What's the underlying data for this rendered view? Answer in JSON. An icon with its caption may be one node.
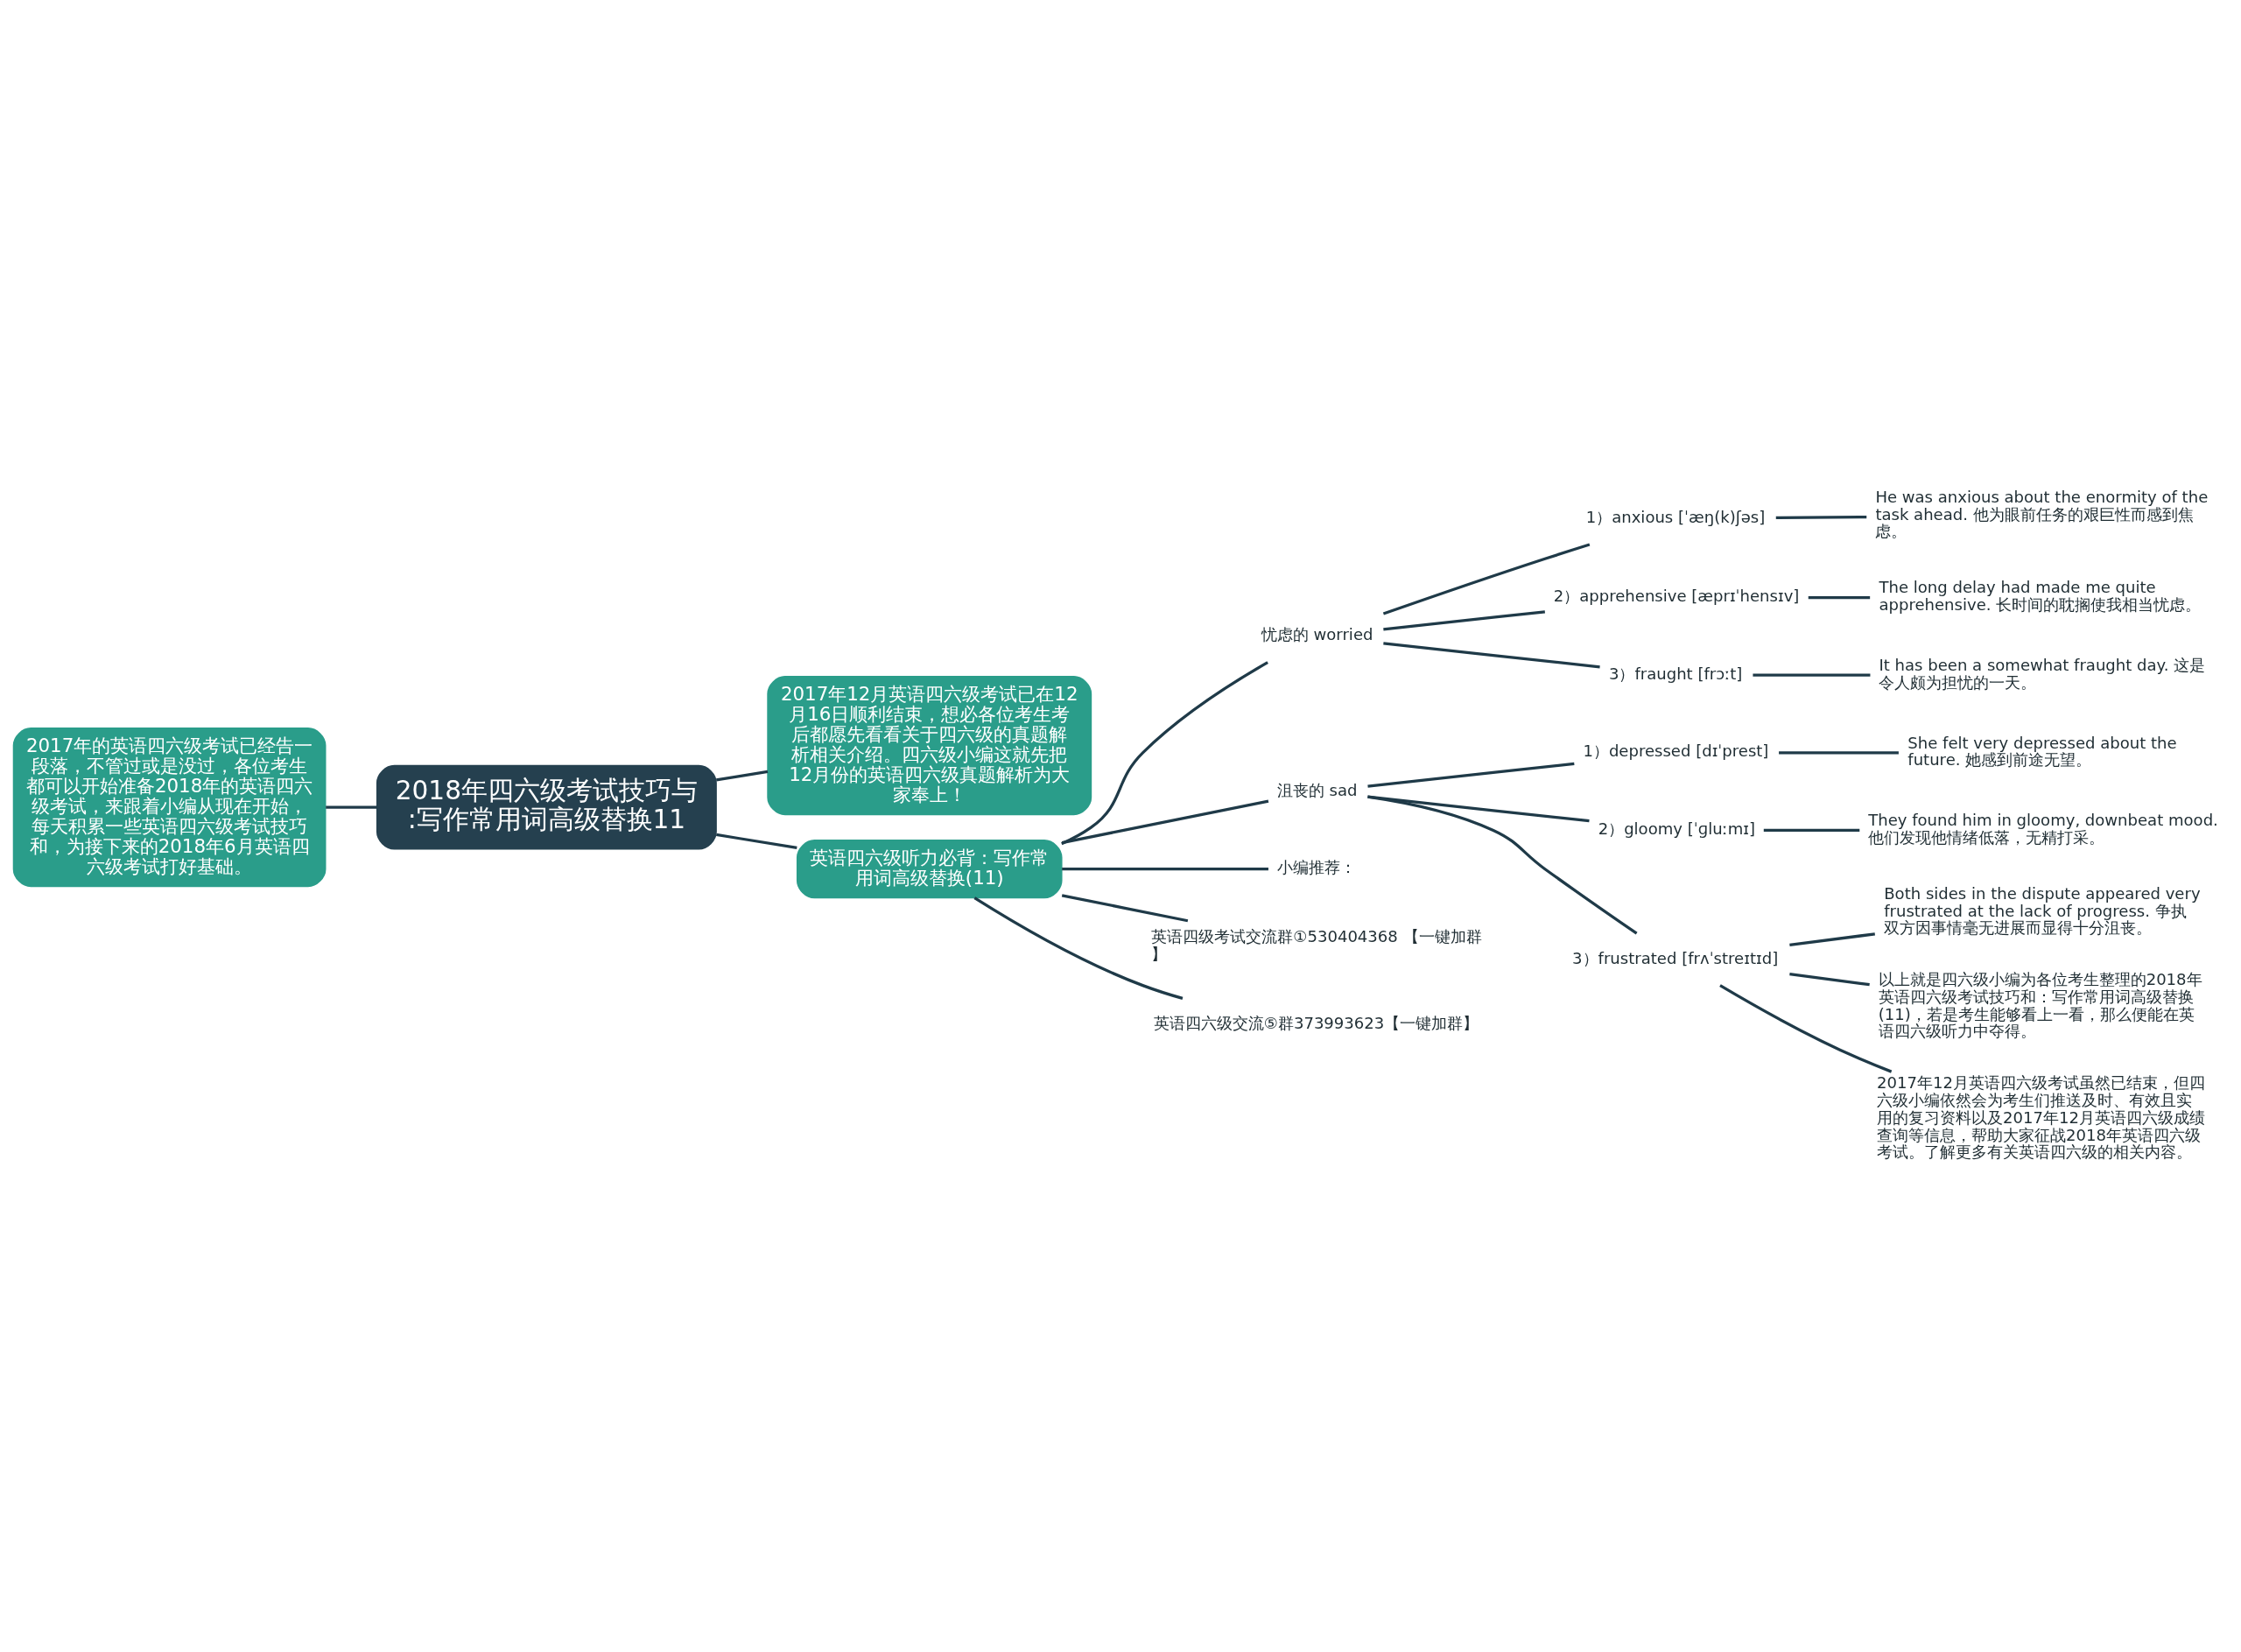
{
  "diagram": {
    "nodes": [
      {
        "text": [
          "2018年四六级考试技巧与:写作常用词高级替换11"
        ]
      },
      {
        "text": [
          "2017年的英语四六级考试已经告一段落，不管过或是没过，各位考生都可以开始准备2018年的英语四六级考试，来跟着小编从现在开始，每天积累一些英语四六级考试技巧和，为接下来的2018年6月英语四六级考试打好基础。"
        ]
      },
      {
        "text": [
          "2017年12月英语四六级考试已在12月16日顺利结束，想必各位考生考后都愿先看看关于四六级的真题解析相关介绍。四六级小编这就先把12月份的英语四六级真题解析为大家奉上！"
        ]
      },
      {
        "text": [
          "英语四六级听力必背：写作常用词高级替换(11)"
        ]
      },
      {
        "text": [
          "忧虑的 worried"
        ]
      },
      {
        "text": [
          "1）anxious [ˈæŋ(k)ʃəs]"
        ]
      },
      {
        "text": [
          "He was anxious about the enormity of the task ahead. 他为眼前任务的艰巨性而感到焦虑。"
        ]
      },
      {
        "text": [
          "2）apprehensive [æprɪˈhensɪv]"
        ]
      },
      {
        "text": [
          "The long delay had made me quite apprehensive. 长时间的耽搁使我相当忧虑。"
        ]
      },
      {
        "text": [
          "3）fraught [frɔːt]"
        ]
      },
      {
        "text": [
          "It has been a somewhat fraught day. 这是令人颇为担忧的一天。"
        ]
      },
      {
        "text": [
          "沮丧的 sad"
        ]
      },
      {
        "text": [
          "1）depressed [dɪˈprest]"
        ]
      },
      {
        "text": [
          "She felt very depressed about the future. 她感到前途无望。"
        ]
      },
      {
        "text": [
          "2）gloomy [ˈɡluːmɪ]"
        ]
      },
      {
        "text": [
          "They found him in gloomy, downbeat mood. 他们发现他情绪低落，无精打采。"
        ]
      },
      {
        "text": [
          "3）frustrated [frʌˈstreɪtɪd]"
        ]
      },
      {
        "text": [
          "Both sides in the dispute appeared very frustrated at the lack of progress. 争执双方因事情毫无进展而显得十分沮丧。"
        ]
      },
      {
        "text": [
          "以上就是四六级小编为各位考生整理的2018年英语四六级考试技巧和：写作常用词高级替换(11)，若是考生能够看上一看，那么便能在英语四六级听力中夺得。"
        ]
      },
      {
        "text": [
          "2017年12月英语四六级考试虽然已结束，但四六级小编依然会为考生们推送及时、有效且实用的复习资料以及2017年12月英语四六级成绩查询等信息，帮助大家征战2018年英语四六级考试。了解更多有关英语四六级的相关内容。"
        ]
      },
      {
        "text": [
          "小编推荐："
        ]
      },
      {
        "text": [
          "英语四级考试交流群①530404368 【一键加群】"
        ]
      },
      {
        "text": [
          "英语四六级交流⑤群373993623【一键加群】"
        ]
      }
    ],
    "edges": [
      {
        "from": 0,
        "to": 1,
        "arrow": "none"
      },
      {
        "from": 0,
        "to": 2,
        "arrow": "none"
      },
      {
        "from": 0,
        "to": 3,
        "arrow": "none"
      },
      {
        "from": 3,
        "to": 4,
        "arrow": "none"
      },
      {
        "from": 4,
        "to": 5,
        "arrow": "none"
      },
      {
        "from": 5,
        "to": 6,
        "arrow": "none"
      },
      {
        "from": 4,
        "to": 7,
        "arrow": "none"
      },
      {
        "from": 7,
        "to": 8,
        "arrow": "none"
      },
      {
        "from": 4,
        "to": 9,
        "arrow": "none"
      },
      {
        "from": 9,
        "to": 10,
        "arrow": "none"
      },
      {
        "from": 3,
        "to": 11,
        "arrow": "none"
      },
      {
        "from": 11,
        "to": 12,
        "arrow": "none"
      },
      {
        "from": 12,
        "to": 13,
        "arrow": "none"
      },
      {
        "from": 11,
        "to": 14,
        "arrow": "none"
      },
      {
        "from": 14,
        "to": 15,
        "arrow": "none"
      },
      {
        "from": 11,
        "to": 16,
        "arrow": "none"
      },
      {
        "from": 16,
        "to": 17,
        "arrow": "none"
      },
      {
        "from": 16,
        "to": 18,
        "arrow": "none"
      },
      {
        "from": 16,
        "to": 19,
        "arrow": "none"
      },
      {
        "from": 3,
        "to": 20,
        "arrow": "none"
      },
      {
        "from": 3,
        "to": 21,
        "arrow": "none"
      },
      {
        "from": 3,
        "to": 22,
        "arrow": "none"
      }
    ]
  }
}
